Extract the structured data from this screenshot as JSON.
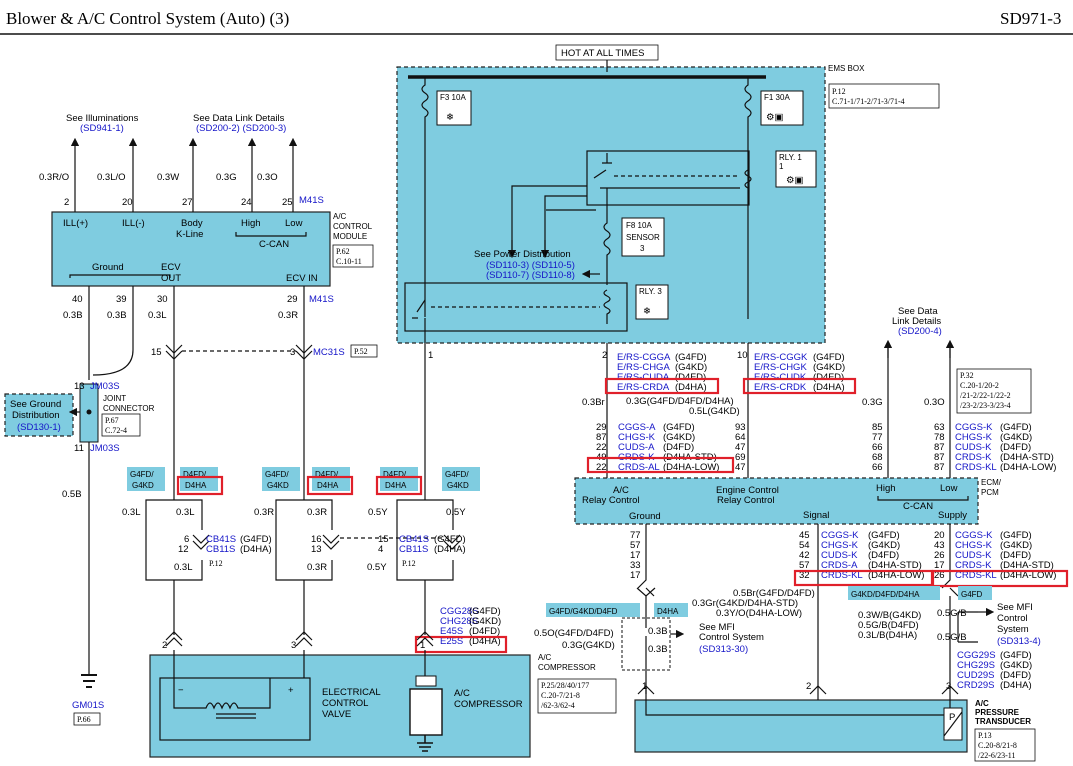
{
  "header": {
    "title": "Blower & A/C Control System (Auto) (3)",
    "code": "SD971-3"
  },
  "ems": {
    "hot": "HOT AT ALL TIMES",
    "box_label": "EMS BOX",
    "box_p": "P.12",
    "box_c": "C.71-1/71-2/71-3/71-4",
    "f3": "F3 10A",
    "f1": "F1 30A",
    "f8": "F8 10A",
    "sensor": "SENSOR",
    "sensor_n": "3",
    "rly1": "RLY. 1",
    "rly1_pin": "1",
    "rly3": "RLY. 3",
    "power_see": "See Power Distribution",
    "power_l1": "(SD110-3) (SD110-5)",
    "power_l2": "(SD110-7) (SD110-8)"
  },
  "module": {
    "name1": "A/C",
    "name2": "CONTROL",
    "name3": "MODULE",
    "p": "P.62",
    "c": "C.10-11",
    "ill_plus": "ILL(+)",
    "ill_minus": "ILL(-)",
    "body": "Body",
    "kline": "K-Line",
    "high": "High",
    "low": "Low",
    "ccan": "C-CAN",
    "ground": "Ground",
    "ecv_out1": "ECV",
    "ecv_out2": "OUT",
    "ecv_in": "ECV IN",
    "conn_top": "M41S",
    "conn_bot": "M41S"
  },
  "top_refs": {
    "illum": "See Illuminations",
    "illum_sd": "(SD941-1)",
    "dlink": "See Data Link Details",
    "dlink_sd": "(SD200-2) (SD200-3)"
  },
  "top_wires": [
    {
      "pin": "2",
      "color": "0.3R/O"
    },
    {
      "pin": "20",
      "color": "0.3L/O"
    },
    {
      "pin": "27",
      "color": "0.3W"
    },
    {
      "pin": "24",
      "color": "0.3G"
    },
    {
      "pin": "25",
      "color": "0.3O"
    }
  ],
  "bot_wires": [
    {
      "pin": "40",
      "color": "0.3B"
    },
    {
      "pin": "39",
      "color": "0.3B"
    },
    {
      "pin": "30",
      "color": "0.3L"
    },
    {
      "pin": "29",
      "color": "0.3R"
    }
  ],
  "mc31s": {
    "p15": "15",
    "p3": "3",
    "name": "MC31S",
    "ref": "P.52"
  },
  "jm03s": {
    "pin13": "13",
    "name": "JM03S",
    "pin11": "11",
    "name2": "JM03S",
    "title1": "JOINT",
    "title2": "CONNECTOR",
    "p": "P.67",
    "c": "C.72-4",
    "wire": "0.5B"
  },
  "ground_ref": {
    "l1": "See Ground",
    "l2": "Distribution",
    "sd": "(SD130-1)"
  },
  "gm01s": {
    "name": "GM01S",
    "p": "P.66"
  },
  "tags": {
    "g4fd_g4kd": "G4FD/ G4KD",
    "d4fd_d4ha": "D4FD/ D4HA",
    "g4fd_g4kd_d4fd": "G4FD/G4KD/D4FD",
    "d4ha": "D4HA",
    "g4kd_d4fd_d4ha": "G4KD/D4FD/D4HA",
    "g4fd": "G4FD"
  },
  "lower_wires": {
    "w1": "0.3L",
    "w2": "0.3L",
    "w3": "0.3R",
    "w4": "0.3R",
    "w5": "0.5Y",
    "w6": "0.5Y",
    "cb1_pins": [
      "6",
      "12"
    ],
    "cb1_names": [
      "CB41S",
      "CB11S"
    ],
    "cb1_eng": [
      "(G4FD)",
      "(D4HA)"
    ],
    "cb1_ref": "P.12",
    "cb1_out": "0.3L",
    "cb2_pins": [
      "16",
      "13"
    ],
    "cb2_out": "0.3R",
    "cb3_pins": [
      "15",
      "4"
    ],
    "cb3_names": [
      "CB41S",
      "CB11S"
    ],
    "cb3_eng": [
      "(G4FD)",
      "(D4HA)"
    ],
    "cb3_ref": "P.12",
    "cb3_out": "0.5Y",
    "pin1": "1"
  },
  "compressor": {
    "names": [
      "CGG28S",
      "CHG28S",
      "E45S",
      "E25S"
    ],
    "eng": [
      "(G4FD)",
      "(G4KD)",
      "(D4FD)",
      "(D4HA)"
    ],
    "label1": "A/C",
    "label2": "COMPRESSOR",
    "ref_p": "P.25/28/40/177",
    "ref_c1": "C.20-7/21-8",
    "ref_c2": "/62-3/62-4",
    "pin2": "2",
    "pin3": "3",
    "pin1": "1",
    "ecv1": "ELECTRICAL",
    "ecv2": "CONTROL",
    "ecv3": "VALVE",
    "comp1": "A/C",
    "comp2": "COMPRESSOR",
    "minus": "−",
    "plus": "+"
  },
  "ecm_left": {
    "pin2": "2",
    "pin10": "10",
    "cgga": [
      "E/RS-CGGA",
      "(G4FD)"
    ],
    "chga": [
      "E/RS-CHGA",
      "(G4KD)"
    ],
    "cuda": [
      "E/RS-CUDA",
      "(D4FD)"
    ],
    "crda": [
      "E/RS-CRDA",
      "(D4HA)"
    ],
    "cggk": [
      "E/RS-CGGK",
      "(G4FD)"
    ],
    "chgk": [
      "E/RS-CHGK",
      "(G4KD)"
    ],
    "cudk": [
      "E/RS-CUDK",
      "(D4FD)"
    ],
    "crdk": [
      "E/RS-CRDK",
      "(D4HA)"
    ],
    "w03br": "0.3Br",
    "w03g_1": "0.3G(G4FD/D4FD/D4HA)",
    "w05l": "0.5L(G4KD)",
    "r1": [
      "29",
      "CGGS-A",
      "(G4FD)",
      "93"
    ],
    "r2": [
      "87",
      "CHGS-K",
      "(G4KD)",
      "64"
    ],
    "r3": [
      "22",
      "CUDS-A",
      "(D4FD)",
      "47"
    ],
    "r4": [
      "49",
      "CRDS-K",
      "(D4HA-STD)",
      "69"
    ],
    "r5": [
      "22",
      "CRDS-AL",
      "(D4HA-LOW)",
      "47"
    ]
  },
  "ecm_right": {
    "dlink": "See Data",
    "dlink2": "Link Details",
    "dlink_sd": "(SD200-4)",
    "p": "P.32",
    "c1": "C.20-1/20-2",
    "c2": "/21-2/22-1/22-2",
    "c3": "/23-2/23-3/23-4",
    "w1": "0.3G",
    "w2": "0.3O",
    "r1": [
      "85",
      "63",
      "CGGS-K",
      "(G4FD)"
    ],
    "r2": [
      "77",
      "78",
      "CHGS-K",
      "(G4KD)"
    ],
    "r3": [
      "66",
      "87",
      "CUDS-K",
      "(D4FD)"
    ],
    "r4": [
      "68",
      "87",
      "CRDS-K",
      "(D4HA-STD)"
    ],
    "r5": [
      "66",
      "87",
      "CRDS-KL",
      "(D4HA-LOW)"
    ]
  },
  "ecm": {
    "ac1": "A/C",
    "ac2": "Relay Control",
    "ec1": "Engine Control",
    "ec2": "Relay Control",
    "high": "High",
    "low": "Low",
    "ccan": "C-CAN",
    "ground": "Ground",
    "signal": "Signal",
    "supply": "Supply",
    "name1": "ECM/",
    "name2": "PCM"
  },
  "ecm_below": {
    "g_pins": [
      "77",
      "57",
      "17",
      "33",
      "17"
    ],
    "s_pins": [
      "45",
      "54",
      "42",
      "57",
      "32"
    ],
    "s_names": [
      "CGGS-K",
      "CHGS-K",
      "CUDS-K",
      "CRDS-A",
      "CRDS-KL"
    ],
    "s_eng": [
      "(G4FD)",
      "(G4KD)",
      "(D4FD)",
      "(D4HA-STD)",
      "(D4HA-LOW)"
    ],
    "p_pins": [
      "20",
      "43",
      "26",
      "17",
      "26"
    ],
    "p_names": [
      "CGGS-K",
      "CHGS-K",
      "CUDS-K",
      "CRDS-K",
      "CRDS-KL"
    ],
    "p_eng": [
      "(G4FD)",
      "(G4KD)",
      "(D4FD)",
      "(D4HA-STD)",
      "(D4HA-LOW)"
    ]
  },
  "transducer": {
    "mid1": "0.5Br(G4FD/D4FD)",
    "mid2": "0.3Gr(G4KD/D4HA-STD)",
    "mid3": "0.3Y/O(D4HA-LOW)",
    "left1": "0.5O(G4FD/D4FD)",
    "left2": "0.3G(G4KD)",
    "split_a": "0.3B",
    "split_b": "0.3B",
    "mfi1": "See MFI",
    "mfi2": "Control System",
    "mfi_sd": "(SD313-30)",
    "right1": "0.3W/B(G4KD)",
    "right2": "0.5G/B(D4FD)",
    "right3": "0.3L/B(D4HA)",
    "sg_a": "0.5G/B",
    "sg_b": "0.5G/B",
    "mfi2_1": "See MFI",
    "mfi2_2": "Control",
    "mfi2_3": "System",
    "mfi2_sd": "(SD313-4)",
    "names": [
      "CGG29S",
      "CHG29S",
      "CUD29S",
      "CRD29S"
    ],
    "eng": [
      "(G4FD)",
      "(G4KD)",
      "(D4FD)",
      "(D4HA)"
    ],
    "pin1": "1",
    "pin2": "2",
    "pin3": "3",
    "t1": "A/C",
    "t2": "PRESSURE",
    "t3": "TRANSDUCER",
    "p": "P.13",
    "c1": "C.20-8/21-8",
    "c2": "/22-6/23-11",
    "symbol": "P"
  },
  "colors": {
    "block": "#7fcce0",
    "highlight": "#e0202a",
    "link": "#1515c8"
  }
}
